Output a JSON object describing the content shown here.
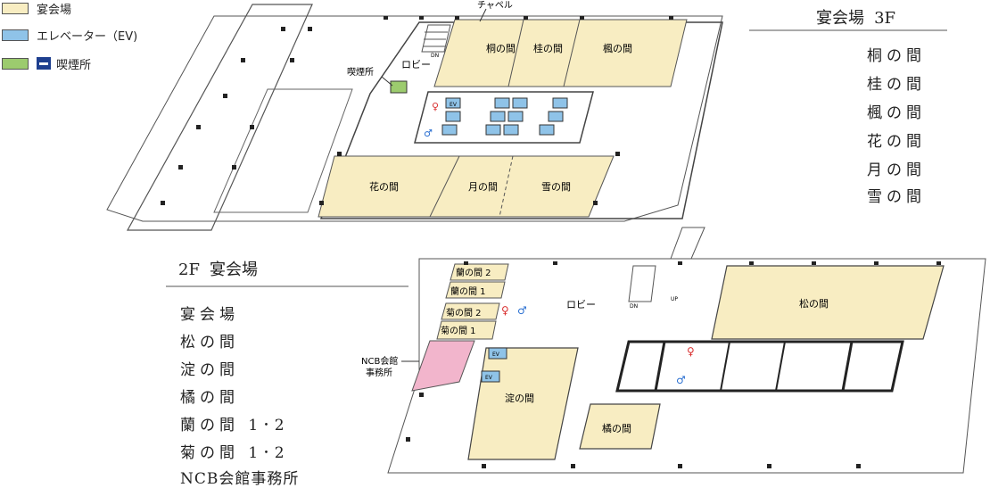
{
  "legend": {
    "items": [
      {
        "label": "宴会場",
        "color": "#f8edc2"
      },
      {
        "label": "エレベーター（EV)",
        "color": "#8fc3e8"
      },
      {
        "label": "喫煙所",
        "color": "#9ccb6e"
      }
    ]
  },
  "floor3": {
    "title": "宴会場",
    "floor": "3F",
    "rooms": [
      "桐の間",
      "桂の間",
      "楓の間",
      "花の間",
      "月の間",
      "雪の間"
    ],
    "labels": {
      "chapel": "チャペル",
      "lobby": "ロビー",
      "smoking": "喫煙所",
      "room_kiri": "桐の間",
      "room_katsura": "桂の間",
      "room_kaede": "楓の間",
      "room_hana": "花の間",
      "room_tsuki": "月の間",
      "room_yuki": "雪の間",
      "ev": "EV",
      "dn": "DN"
    }
  },
  "floor2": {
    "floor": "2F",
    "title": "宴会場",
    "items": [
      "宴会場",
      "松の間",
      "淀の間",
      "橘の間",
      "蘭の間 1･2",
      "菊の間 1･2",
      "NCB会館事務所"
    ],
    "labels": {
      "ran2": "蘭の間 2",
      "ran1": "蘭の間 1",
      "kiku2": "菊の間 2",
      "kiku1": "菊の間 1",
      "lobby": "ロビー",
      "matsu": "松の間",
      "yodo": "淀の間",
      "tachibana": "橘の間",
      "ncb_line1": "NCB会館",
      "ncb_line2": "事務所",
      "ev": "EV",
      "dn": "DN",
      "up": "UP"
    }
  },
  "colors": {
    "banquet": "#f8edc2",
    "elevator": "#8fc3e8",
    "smoking": "#9ccb6e",
    "office": "#f2b5cc",
    "wall": "#333333",
    "line": "#555555"
  }
}
